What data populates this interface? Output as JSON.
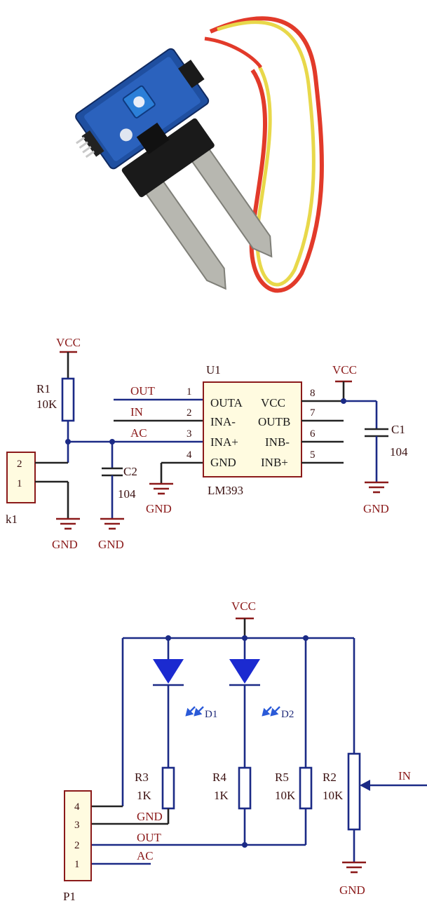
{
  "photo": {
    "description_icon": "soil-moisture-sensor-photo",
    "colors": {
      "pcb": "#1f4fa0",
      "probe": "#b7b7b0",
      "probe_head": "#1a1a1a",
      "wire_red": "#e23a2a",
      "wire_yellow": "#e8d84a"
    }
  },
  "schematic1": {
    "chip": {
      "ref": "U1",
      "part": "LM393",
      "left_pins": [
        {
          "num": "1",
          "name": "OUTA"
        },
        {
          "num": "2",
          "name": "INA-"
        },
        {
          "num": "3",
          "name": "INA+"
        },
        {
          "num": "4",
          "name": "GND"
        }
      ],
      "right_pins": [
        {
          "num": "8",
          "name": "VCC"
        },
        {
          "num": "7",
          "name": "OUTB"
        },
        {
          "num": "6",
          "name": "INB-"
        },
        {
          "num": "5",
          "name": "INB+"
        }
      ]
    },
    "nets": {
      "out": "OUT",
      "in": "IN",
      "ac": "AC"
    },
    "vcc_left": "VCC",
    "vcc_right": "VCC",
    "r1": {
      "ref": "R1",
      "value": "10K"
    },
    "c1": {
      "ref": "C1",
      "value": "104"
    },
    "c2": {
      "ref": "C2",
      "value": "104"
    },
    "k1": {
      "ref": "k1",
      "pin_top": "2",
      "pin_bottom": "1"
    },
    "gnd_labels": [
      "GND",
      "GND",
      "GND",
      "GND"
    ]
  },
  "schematic2": {
    "vcc": "VCC",
    "d1": "D1",
    "d2": "D2",
    "r3": {
      "ref": "R3",
      "value": "1K"
    },
    "r4": {
      "ref": "R4",
      "value": "1K"
    },
    "r5": {
      "ref": "R5",
      "value": "10K"
    },
    "r2": {
      "ref": "R2",
      "value": "10K"
    },
    "in_label": "IN",
    "p1": {
      "ref": "P1",
      "pins": [
        "4",
        "3",
        "2",
        "1"
      ]
    },
    "nets": {
      "gnd": "GND",
      "out": "OUT",
      "ac": "AC"
    },
    "gnd_label": "GND"
  }
}
